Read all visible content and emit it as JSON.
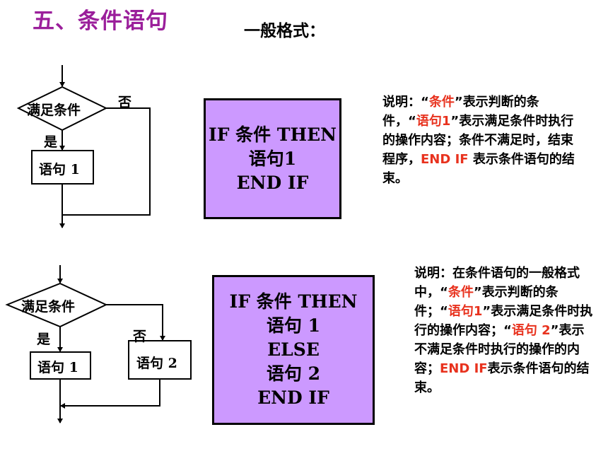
{
  "title": "五、条件语句",
  "subtitle": "一般格式：",
  "flow1": {
    "condition": "满足条件",
    "yes": "是",
    "no": "否",
    "statement1": "语句 1"
  },
  "code1": {
    "lines": [
      "IF 条件 THEN",
      "语句1",
      "END IF"
    ]
  },
  "note1": {
    "p1": "说明：",
    "q1": "“",
    "h1": "条件",
    "q2": "”",
    "p2": "表示判断的条件，",
    "q3": "“",
    "h2": "语句1",
    "p3": "”表示满足条件时执行的操作内容；条件不满足时，结束程序，",
    "h3": "END IF",
    "p4": " 表示条件语句的结束。"
  },
  "flow2": {
    "condition": "满足条件",
    "yes": "是",
    "no": "否",
    "statement1": "语句 1",
    "statement2": "语句 2"
  },
  "code2": {
    "lines": [
      "IF 条件 THEN",
      "语句 1",
      "ELSE",
      "语句 2",
      "END IF"
    ]
  },
  "note2": {
    "p1": "说明：在条件语句的一般格式中，",
    "q1": "“",
    "h1": "条件",
    "q2": "”",
    "p2": "表示判断的条件；",
    "q3": "“",
    "h2": "语句1",
    "p3": "”表示满足条件时执行的操作内容；",
    "q4": "“",
    "h3": "语句 2",
    "p4": "”表示不满足条件时执行的操作的内容；",
    "h4": "END IF",
    "p5": "表示条件语句的结束。"
  }
}
